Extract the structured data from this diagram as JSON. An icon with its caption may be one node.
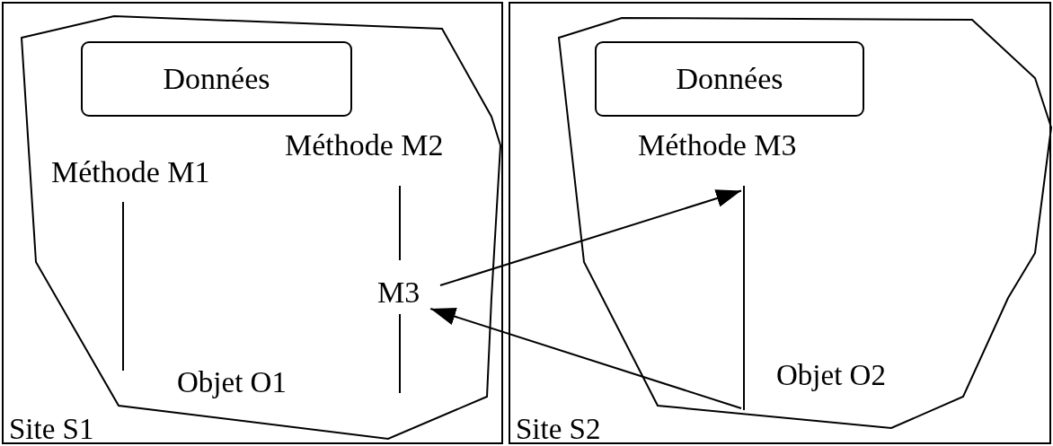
{
  "diagram": {
    "nodes": [
      {
        "text": [
          "Site S1"
        ]
      },
      {
        "text": [
          "Objet O1"
        ],
        "in": 0
      },
      {
        "text": [
          "Données"
        ],
        "in": 1
      },
      {
        "text": [
          "Méthode M1"
        ],
        "in": 1
      },
      {
        "text": [
          "Méthode M2"
        ],
        "in": 1
      },
      {
        "text": [
          "M3"
        ],
        "in": 1
      },
      {
        "text": [
          "Site S2"
        ]
      },
      {
        "text": [
          "Objet O2"
        ],
        "in": 6
      },
      {
        "text": [
          "Données"
        ],
        "in": 7
      },
      {
        "text": [
          "Méthode M3"
        ],
        "in": 7
      },
      {
        "text": [],
        "shape": "bar",
        "in": 7
      }
    ],
    "edges": [
      {
        "from": 5,
        "to": 10,
        "arrow": "to"
      },
      {
        "from": 10,
        "to": 5,
        "arrow": "to"
      }
    ]
  }
}
